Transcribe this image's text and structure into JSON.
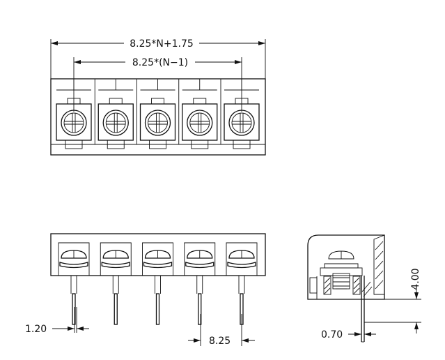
{
  "drawing": {
    "dims": {
      "overall_length": "8.25*N+1.75",
      "pitch_span": "8.25*(N−1)",
      "pin_width": "1.20",
      "pitch": "8.25",
      "pin_thickness": "0.70",
      "pin_protrusion": "4.00"
    },
    "pole_count": 5,
    "line_color": "#111111",
    "background": "#ffffff"
  }
}
